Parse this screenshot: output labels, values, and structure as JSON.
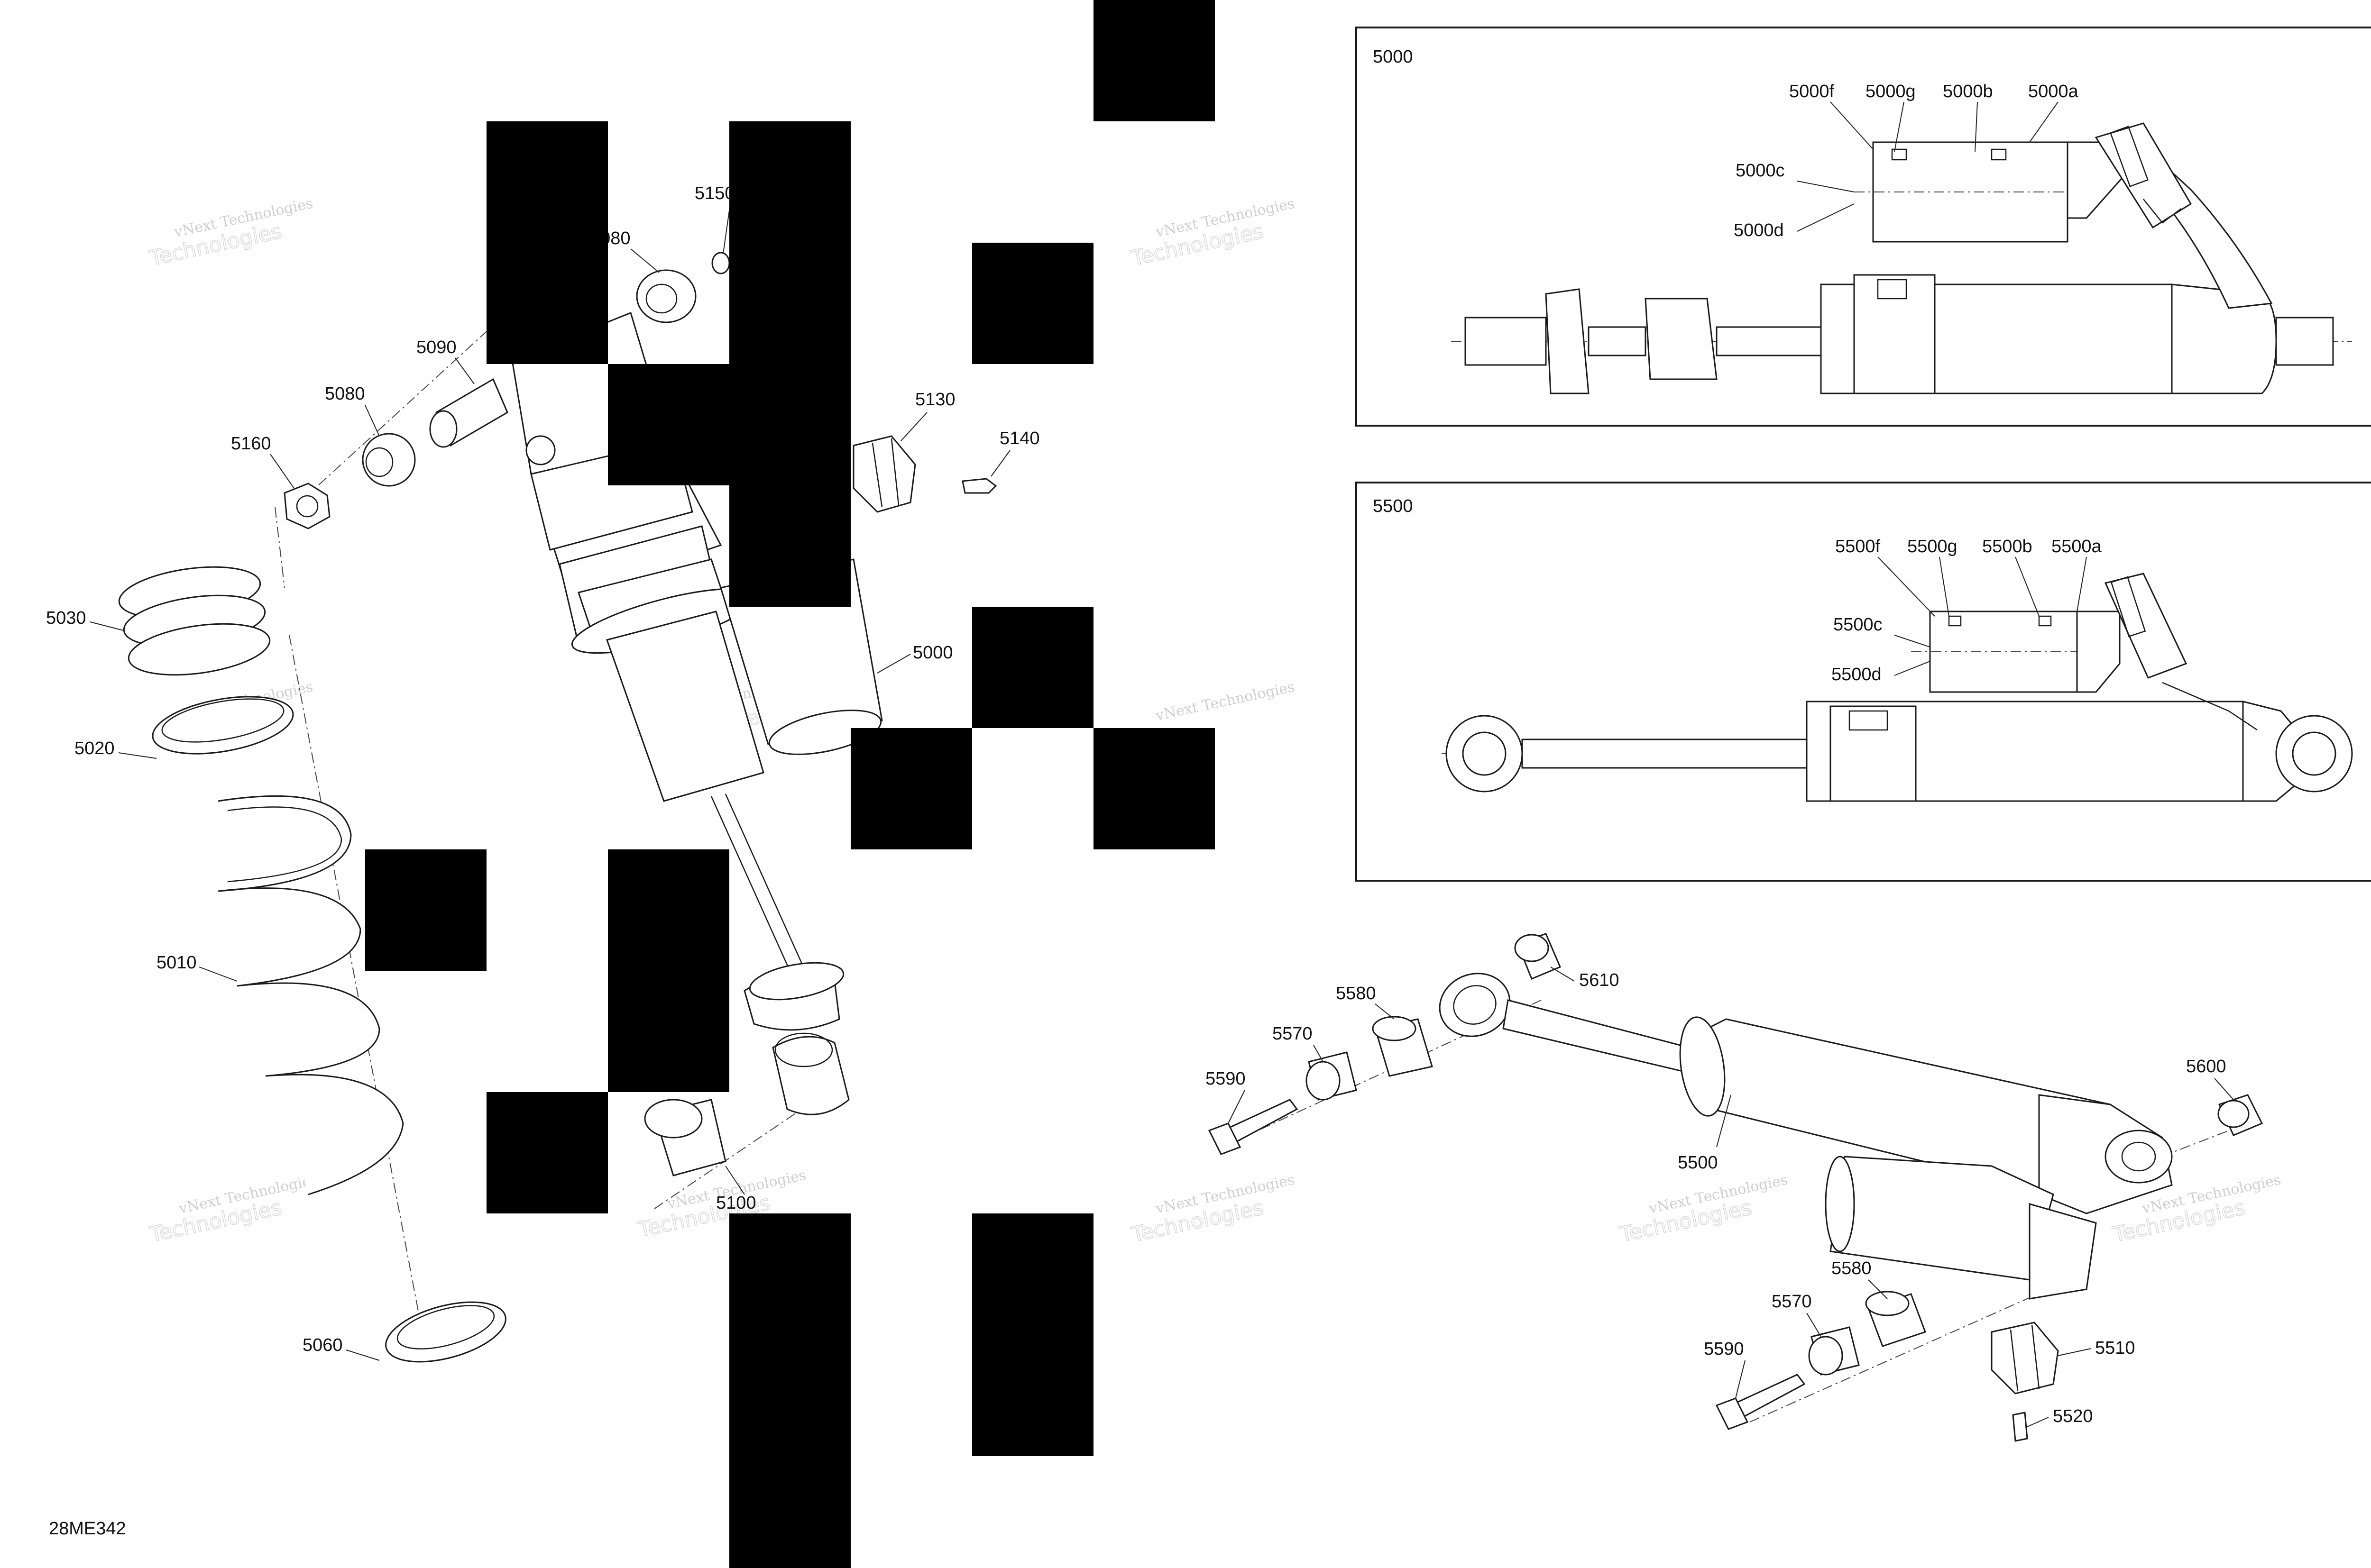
{
  "diagram_code": "28ME342",
  "watermark": {
    "line1": "vNext Technologies",
    "line2": "Technologies"
  },
  "inset_upper": {
    "title": "5000",
    "callouts": [
      "5000f",
      "5000g",
      "5000b",
      "5000a",
      "5000c",
      "5000d"
    ]
  },
  "inset_lower": {
    "title": "5500",
    "callouts": [
      "5500f",
      "5500g",
      "5500b",
      "5500a",
      "5500c",
      "5500d"
    ]
  },
  "callouts_left": [
    "5150",
    "5080",
    "5090",
    "5080",
    "5160",
    "5130",
    "5140",
    "5030",
    "5020",
    "5000",
    "5010",
    "5100",
    "5060"
  ],
  "callouts_right": [
    "5610",
    "5580",
    "5570",
    "5590",
    "5600",
    "5500",
    "5580",
    "5570",
    "5590",
    "5510",
    "5520"
  ]
}
